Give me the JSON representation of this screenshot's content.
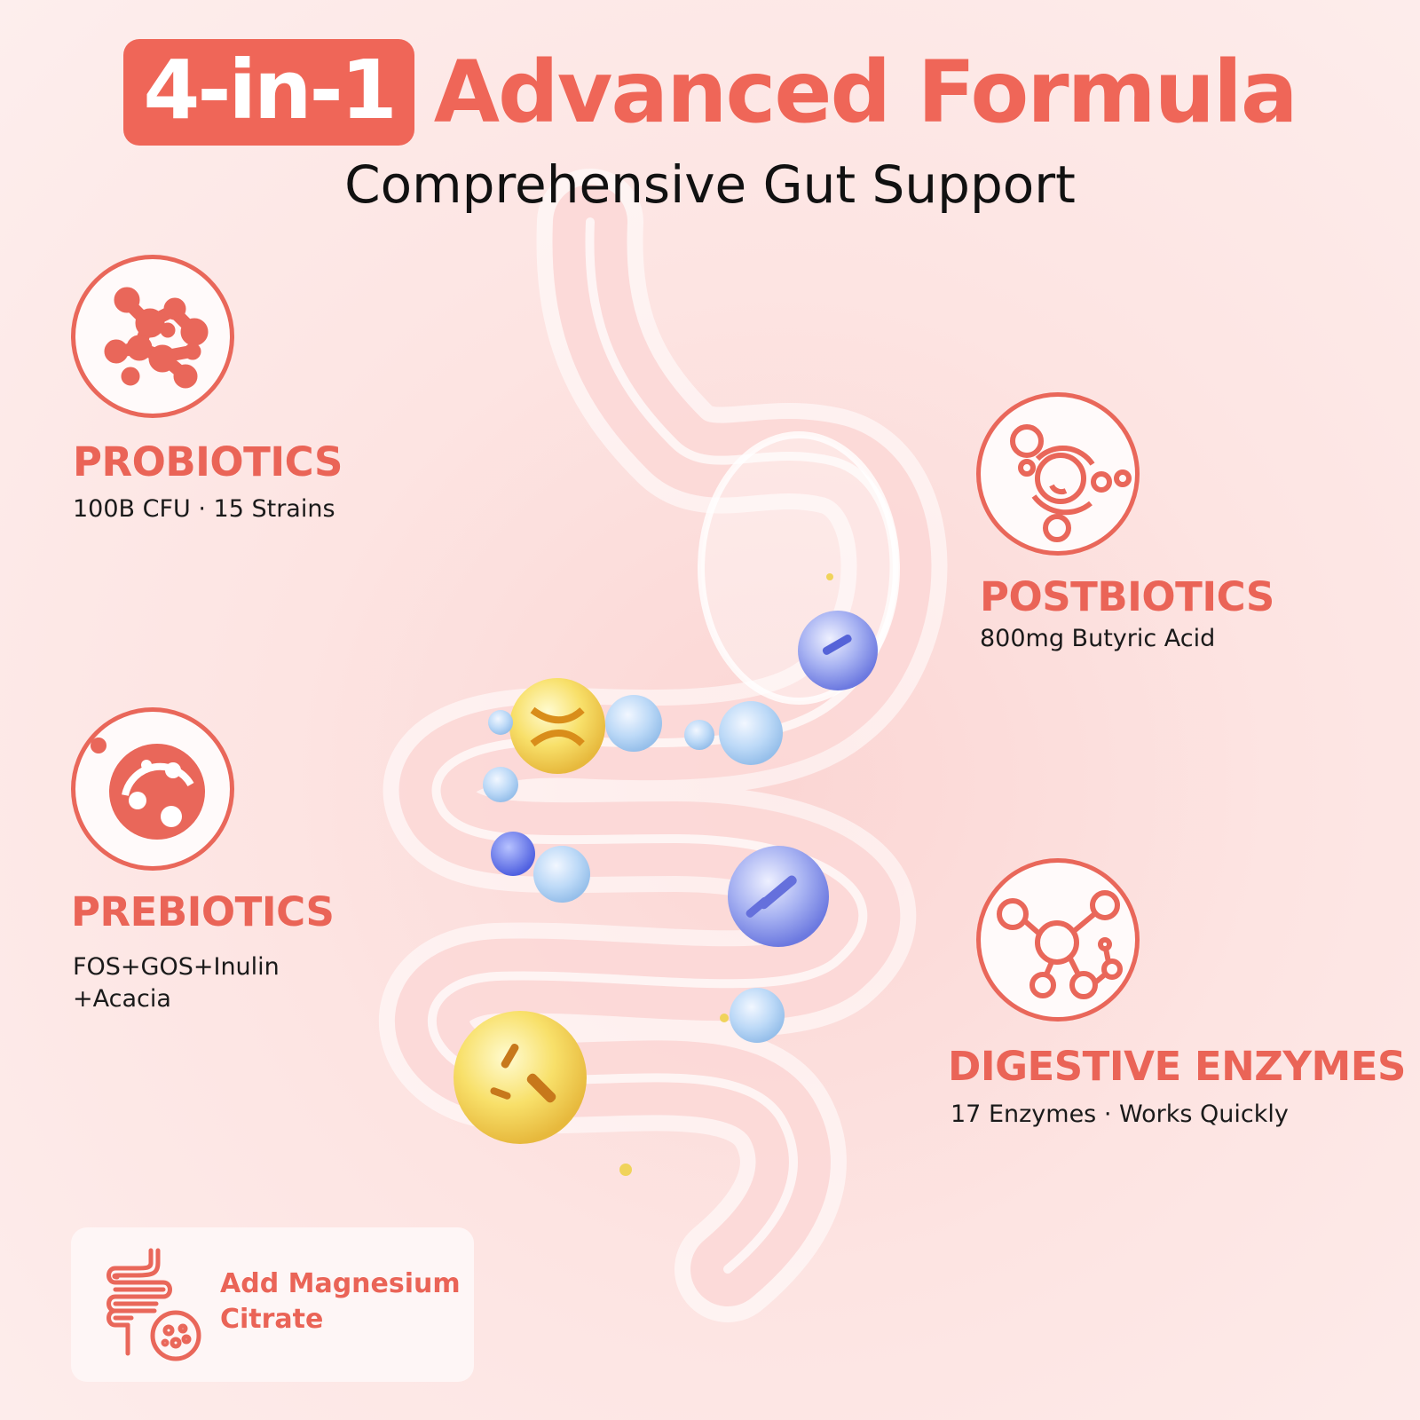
{
  "headline": {
    "badge": "4-in-1",
    "rest": "Advanced Formula"
  },
  "subtitle": "Comprehensive Gut Support",
  "features": [
    {
      "title": "PROBIOTICS",
      "lines": [
        "100B CFU · 15 Strains"
      ],
      "icon": "bacteria-cluster-icon"
    },
    {
      "title": "PREBIOTICS",
      "lines": [
        "FOS+GOS+Inulin",
        "+Acacia"
      ],
      "icon": "cell-icon"
    },
    {
      "title": "POSTBIOTICS",
      "lines": [
        "800mg Butyric Acid"
      ],
      "icon": "molecule-ring-icon"
    },
    {
      "title": "DIGESTIVE ENZYMES",
      "lines": [
        "17 Enzymes · Works Quickly"
      ],
      "icon": "molecule-network-icon"
    }
  ],
  "magnesium": {
    "line1": "Add Magnesium",
    "line2": "Citrate",
    "icon": "intestine-icon"
  },
  "colors": {
    "accent": "#ea6457",
    "text": "#1a1a1a",
    "background": "#fde4e2"
  }
}
